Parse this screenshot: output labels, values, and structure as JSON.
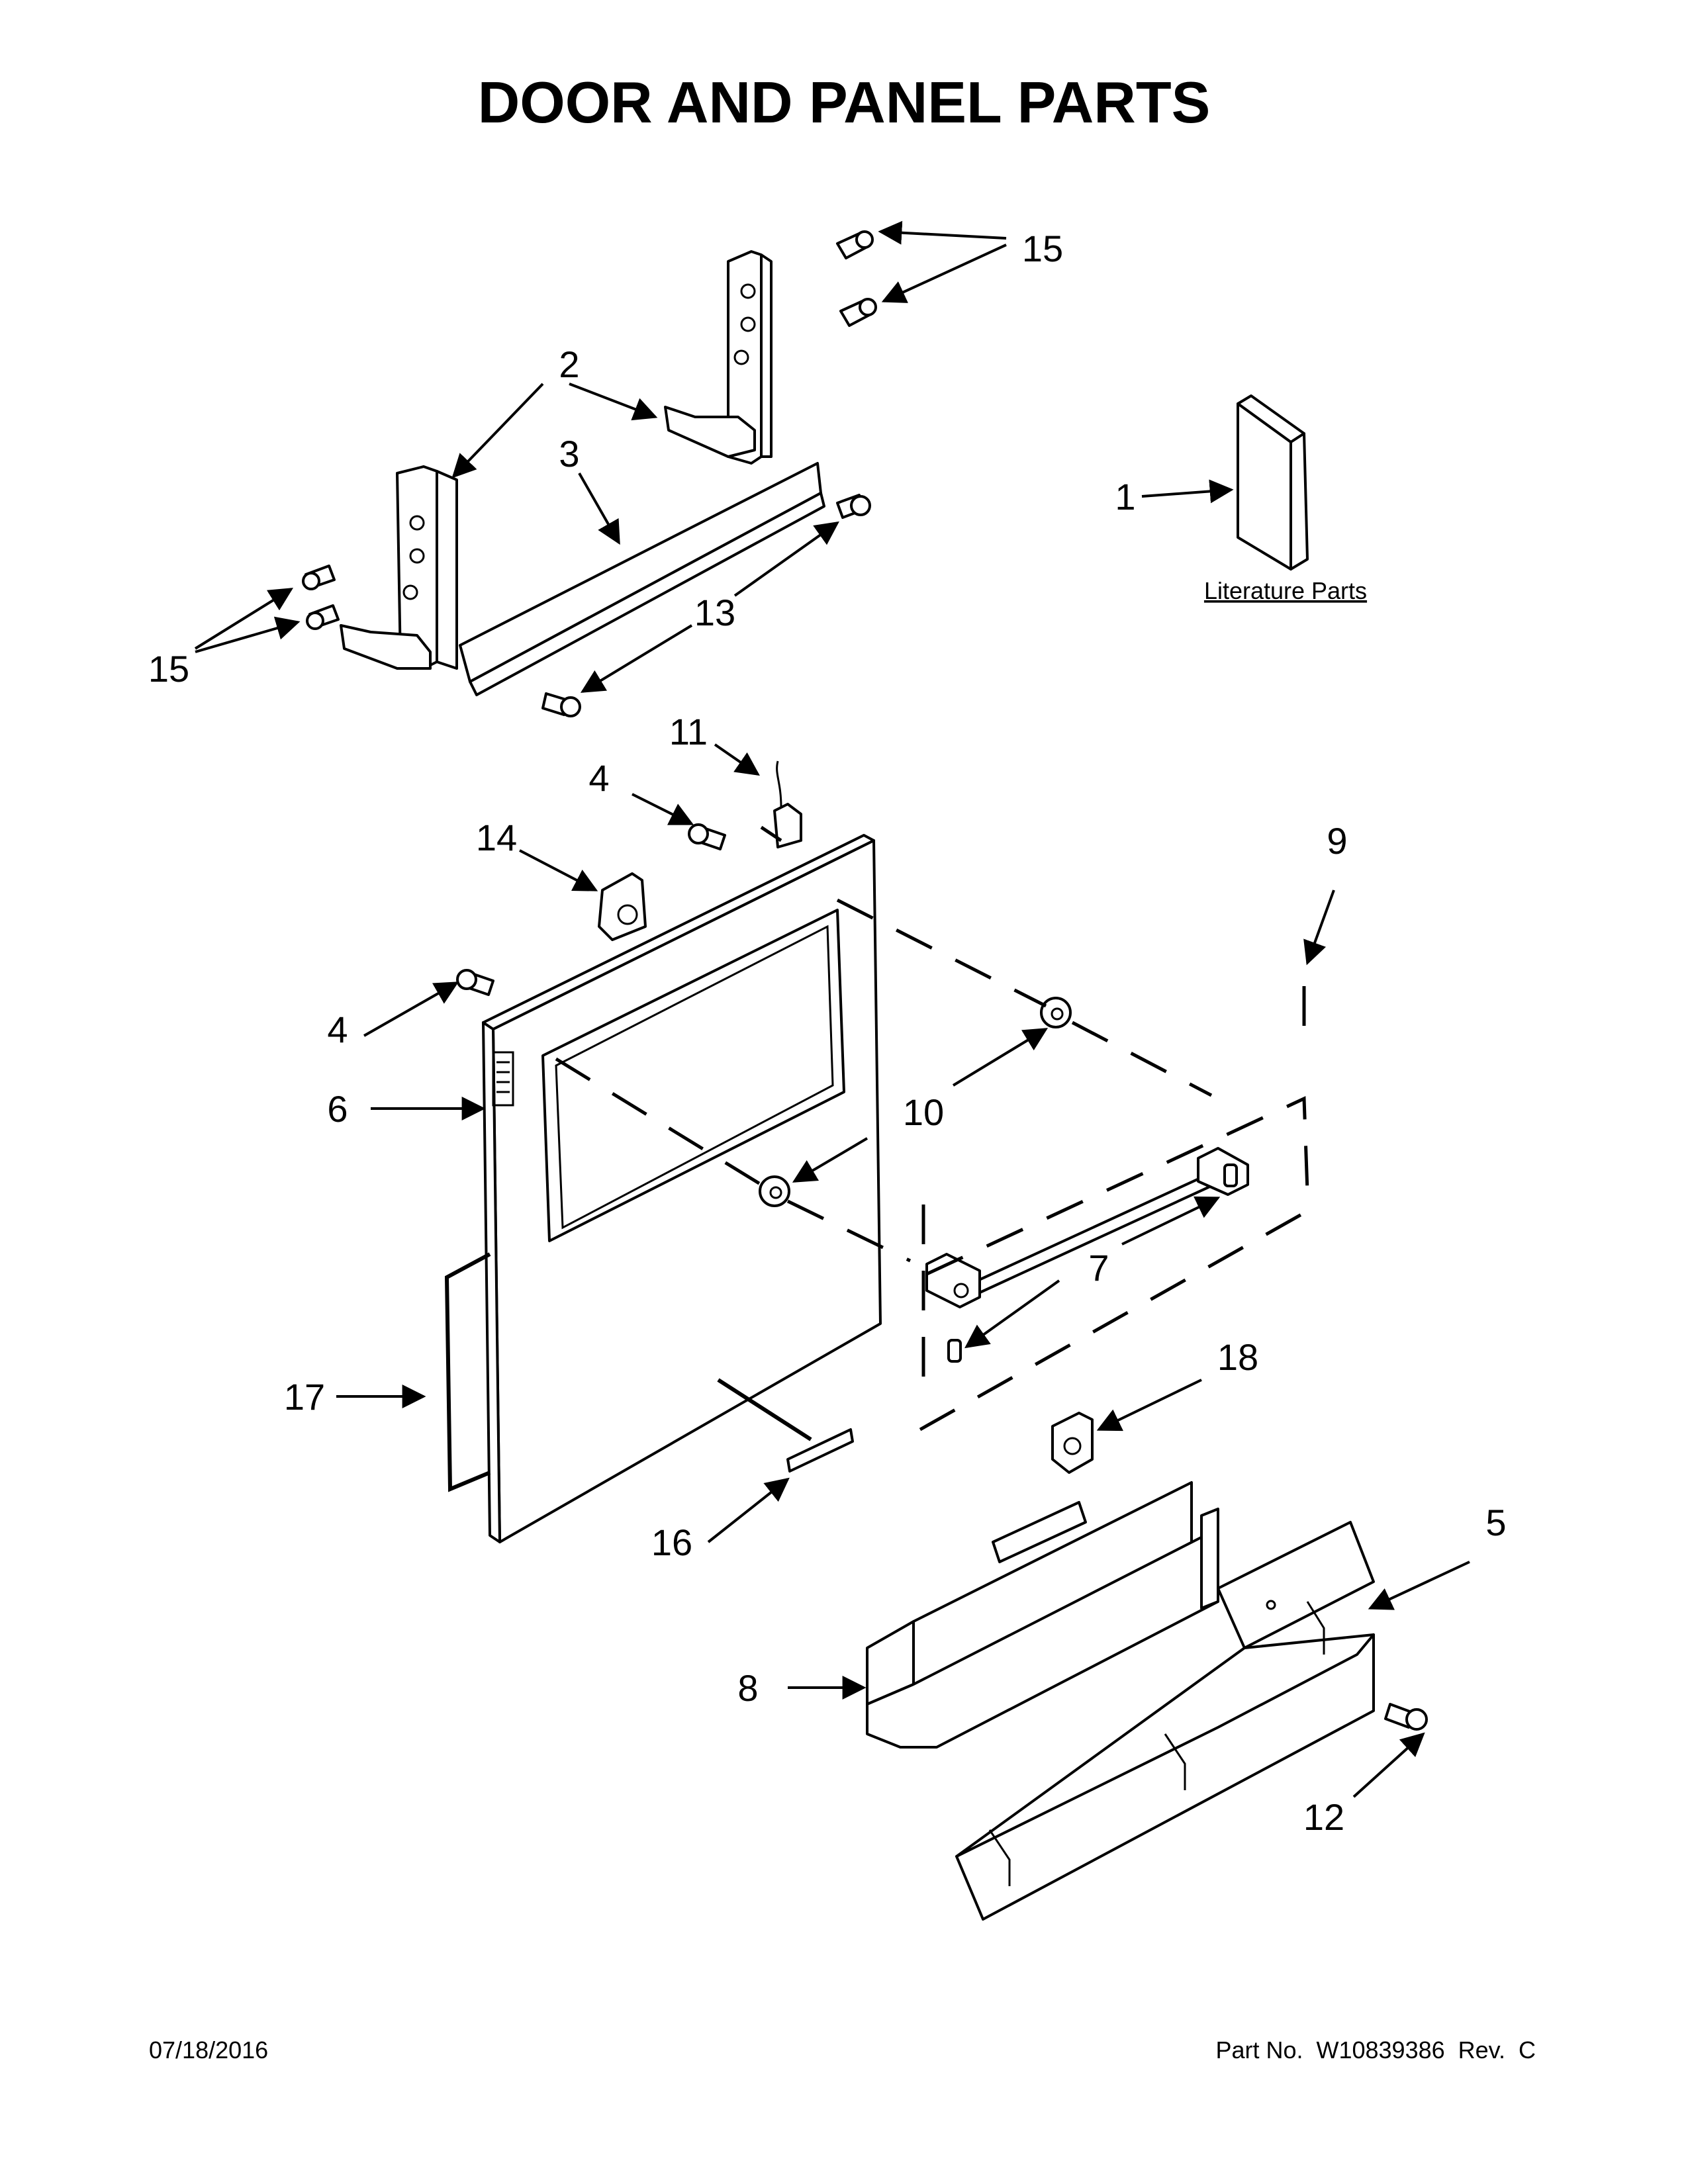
{
  "title": "DOOR AND PANEL PARTS",
  "literature_label": "Literature Parts",
  "footer": {
    "date": "07/18/2016",
    "part_no": "Part No.  W10839386  Rev.  C"
  },
  "callouts": {
    "c1": "1",
    "c2": "2",
    "c3": "3",
    "c4a": "4",
    "c4b": "4",
    "c5": "5",
    "c6": "6",
    "c7": "7",
    "c8": "8",
    "c9": "9",
    "c10": "10",
    "c11": "11",
    "c12": "12",
    "c13": "13",
    "c14": "14",
    "c15a": "15",
    "c15b": "15",
    "c16": "16",
    "c17": "17",
    "c18": "18"
  }
}
